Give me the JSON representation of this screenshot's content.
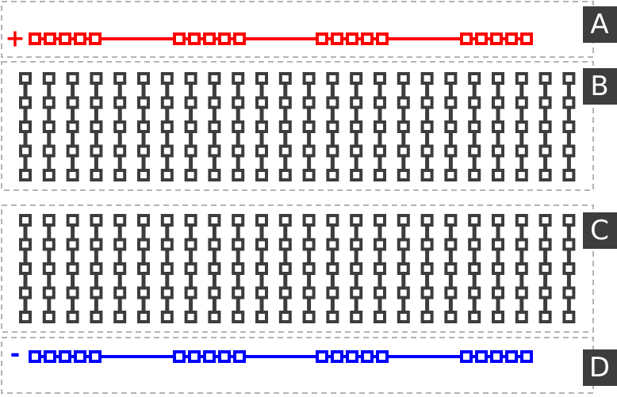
{
  "breadboard": {
    "sections": [
      {
        "id": "A",
        "label": "A",
        "kind": "rail",
        "sign": "+",
        "color": "#ff0000"
      },
      {
        "id": "B",
        "label": "B",
        "kind": "strips",
        "color": "#3d3d3d"
      },
      {
        "id": "C",
        "label": "C",
        "kind": "strips",
        "color": "#3d3d3d"
      },
      {
        "id": "D",
        "label": "D",
        "kind": "rail",
        "sign": "-",
        "color": "#0000ff"
      }
    ],
    "rail_hole_groups": [
      5,
      5,
      5,
      5
    ],
    "strip_columns": 24,
    "strip_rows": 5,
    "frame_color": "#b4b4b4",
    "label_bg_color": "#3d3d3d"
  }
}
